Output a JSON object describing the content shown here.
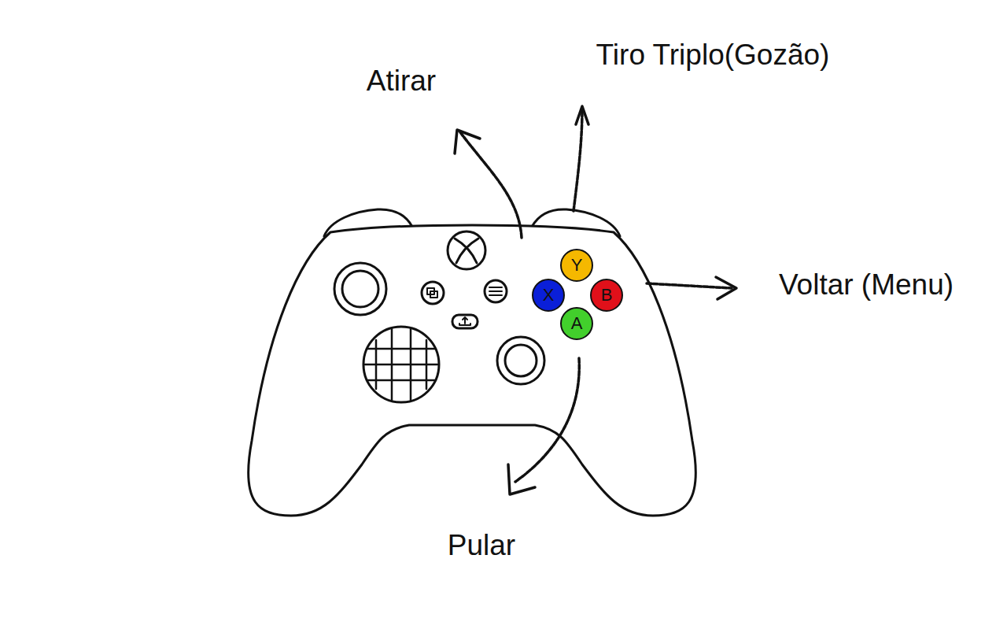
{
  "diagram": {
    "nodes": [
      {
        "text": [
          "Y"
        ]
      },
      {
        "text": [
          "X"
        ]
      },
      {
        "text": [
          "B"
        ]
      },
      {
        "text": [
          "A"
        ]
      }
    ],
    "labels": [
      "Tiro Triplo(Gozão)",
      "Atirar",
      "Voltar (Menu)",
      "Pular"
    ]
  }
}
